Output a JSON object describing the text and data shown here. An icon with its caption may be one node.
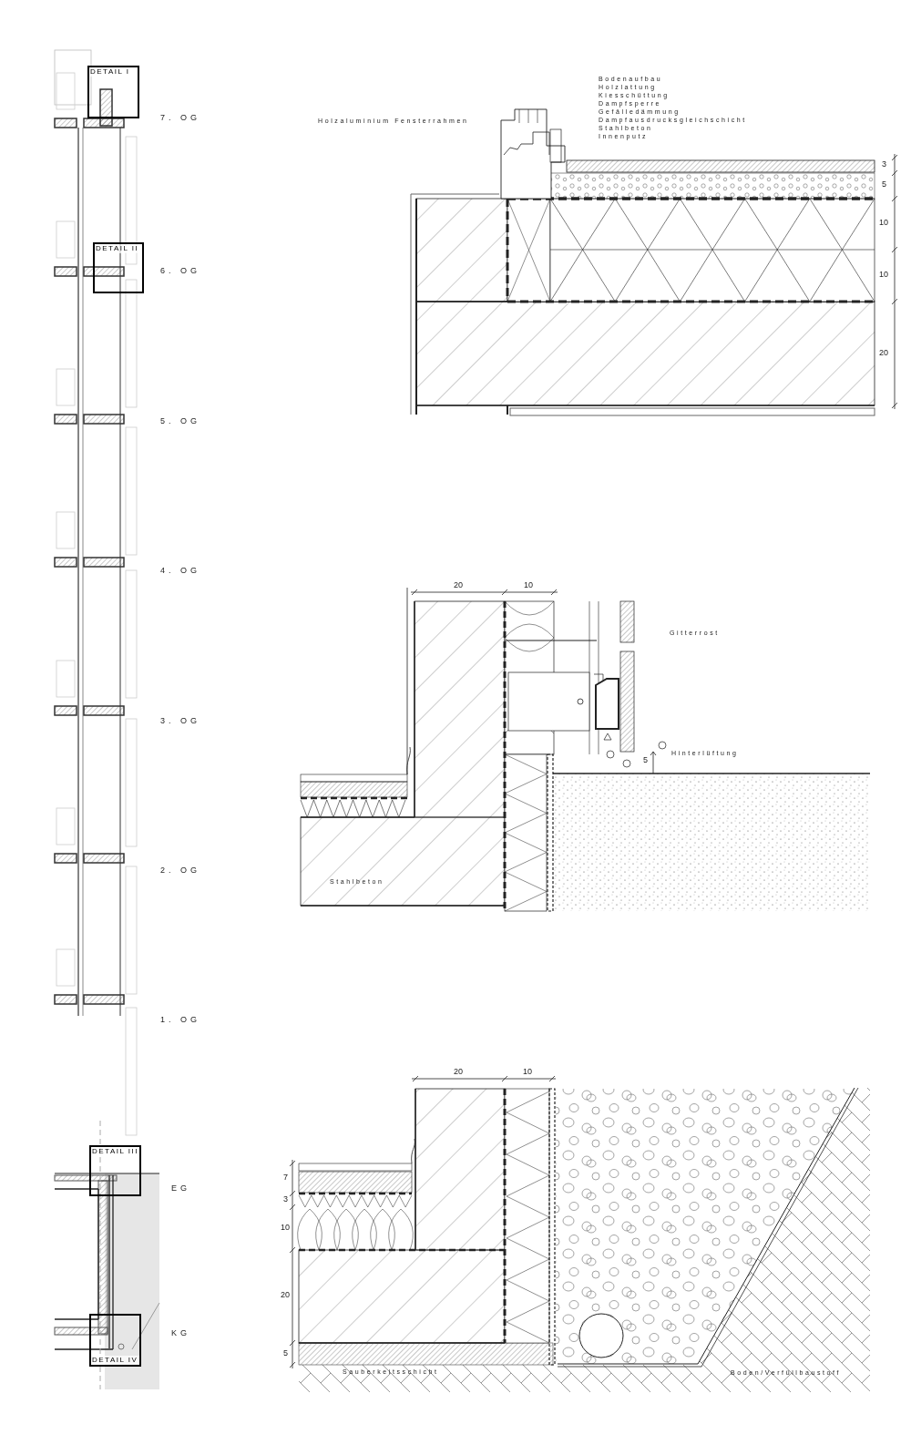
{
  "diagram": {
    "nodes": [
      {
        "text": [
          "DETAIL I"
        ]
      },
      {
        "text": [
          "DETAIL II"
        ]
      },
      {
        "text": [
          "DETAIL III"
        ]
      },
      {
        "text": [
          "DETAIL IV"
        ]
      }
    ],
    "labels": [
      "7. OG",
      "6. OG",
      "5. OG",
      "4. OG",
      "3. OG",
      "2. OG",
      "1. OG",
      "EG",
      "KG",
      "Holzaluminium Fensterrahmen",
      "Bodenaufbau",
      "Holzlattung",
      "Kiesschüttung",
      "Dampfsperre",
      "Gefälledämmung",
      "Dampfausdrucksgleichschicht",
      "Stahlbeton",
      "Innenputz",
      "3",
      "5",
      "10",
      "10",
      "20",
      "20",
      "10",
      "Gitterrost",
      "Hinterlüftung",
      "5",
      "Stahlbeton",
      "20",
      "10",
      "7",
      "3",
      "10",
      "20",
      "5",
      "Sauberkeitsschicht",
      "Boden/Verfüllbaustoff"
    ]
  }
}
